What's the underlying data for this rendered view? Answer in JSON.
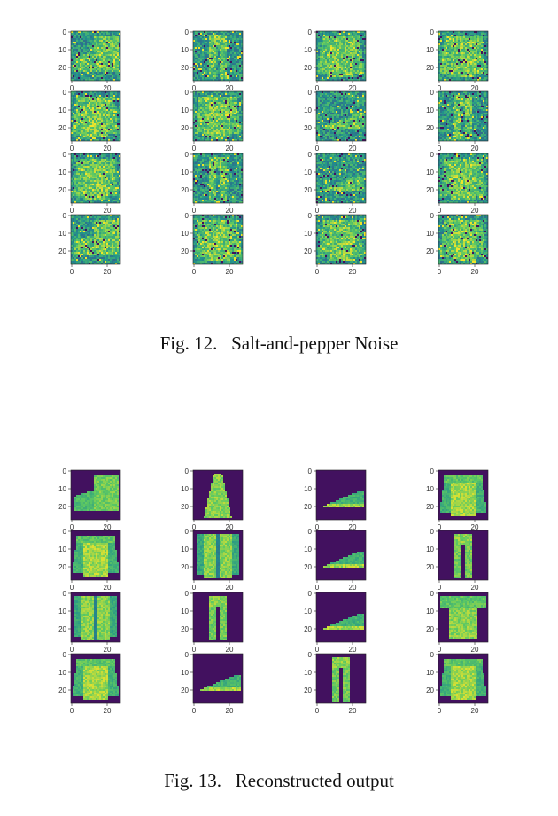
{
  "figures": [
    {
      "caption": "Fig. 12.   Salt-and-pepper Noise",
      "kind": "noisy",
      "colormap": "viridis",
      "y_ticks": [
        "0",
        "10",
        "20"
      ],
      "x_ticks": [
        "0",
        "20"
      ],
      "panels": [
        "boot",
        "trouser",
        "pullover",
        "pullover",
        "pullover",
        "pullover",
        "sneaker",
        "trouser",
        "pullover",
        "trouser",
        "sneaker",
        "pullover",
        "boot",
        "pullover",
        "pullover",
        "pullover"
      ]
    },
    {
      "caption": "Fig. 13.   Reconstructed output",
      "kind": "clean",
      "colormap": "viridis",
      "y_ticks": [
        "0",
        "10",
        "20"
      ],
      "x_ticks": [
        "0",
        "20"
      ],
      "panels": [
        "boot",
        "dress",
        "sneaker",
        "pullover",
        "pullover",
        "coat",
        "sneaker",
        "trouser",
        "coat",
        "trouser",
        "sneaker",
        "tshirt",
        "pullover",
        "sneaker",
        "trouser",
        "pullover"
      ]
    }
  ]
}
